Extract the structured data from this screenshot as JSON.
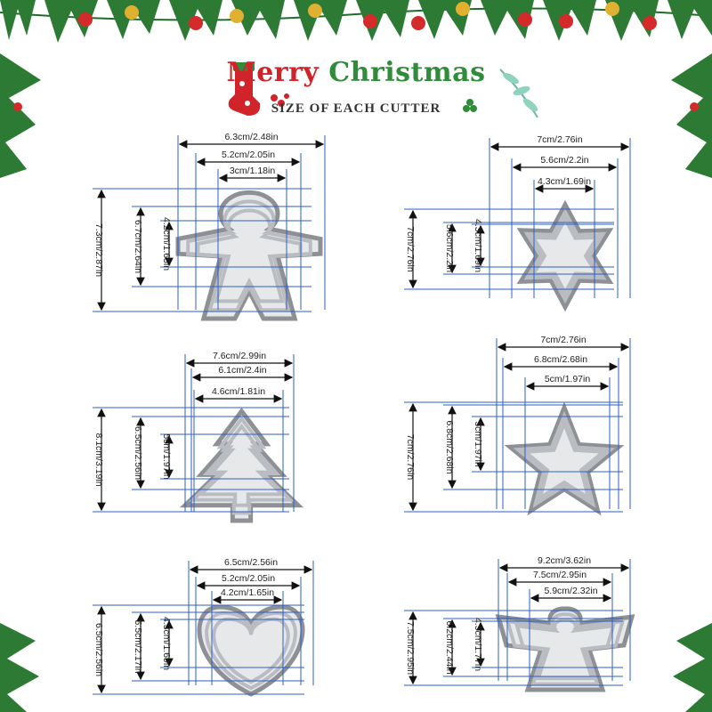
{
  "header": {
    "title_word1": "Merry",
    "title_word2": "Christmas",
    "subtitle": "SIZE OF EACH CUTTER"
  },
  "colors": {
    "guide_line": "#2d5fc4",
    "arrow": "#111111",
    "title_red": "#d1242a",
    "title_green": "#2f8c3a",
    "steel": "#b9bdc2"
  },
  "icons": [
    "christmas-stocking-icon",
    "holly-berries-icon",
    "mistletoe-leaf-icon",
    "christmas-ornament-ball-icon",
    "pine-branch-icon"
  ],
  "cutters": [
    {
      "shape": "gingerbread-man",
      "widths": [
        "6.3cm/2.48in",
        "5.2cm/2.05in",
        "3cm/1.18in"
      ],
      "heights": [
        "7.3cm/2.87in",
        "6.7cm/2.64in",
        "4.2cm/1.65in"
      ]
    },
    {
      "shape": "snowflake",
      "widths": [
        "7cm/2.76in",
        "5.6cm/2.2in",
        "4.3cm/1.69in"
      ],
      "heights": [
        "7cm/2.76in",
        "5.6cm/2.2in",
        "4.3cm/1.69in"
      ]
    },
    {
      "shape": "christmas-tree",
      "widths": [
        "7.6cm/2.99in",
        "6.1cm/2.4in",
        "4.6cm/1.81in"
      ],
      "heights": [
        "8.1cm/3.19in",
        "6.5cm/2.56in",
        "5cm/1.97in"
      ]
    },
    {
      "shape": "star",
      "widths": [
        "7cm/2.76in",
        "6.8cm/2.68in",
        "5cm/1.97in"
      ],
      "heights": [
        "7cm/2.76in",
        "6.8cm/2.68in",
        "5cm/1.97in"
      ]
    },
    {
      "shape": "heart",
      "widths": [
        "6.5cm/2.56in",
        "5.2cm/2.05in",
        "4.2cm/1.65in"
      ],
      "heights": [
        "6.5cm/2.56in",
        "5.5cm/2.17in",
        "4.3cm/1.69in"
      ]
    },
    {
      "shape": "angel",
      "widths": [
        "9.2cm/3.62in",
        "7.5cm/2.95in",
        "5.9cm/2.32in"
      ],
      "heights": [
        "7.5cm/2.95in",
        "6.2cm/2.44in",
        "4.5cm/1.77in"
      ]
    }
  ]
}
